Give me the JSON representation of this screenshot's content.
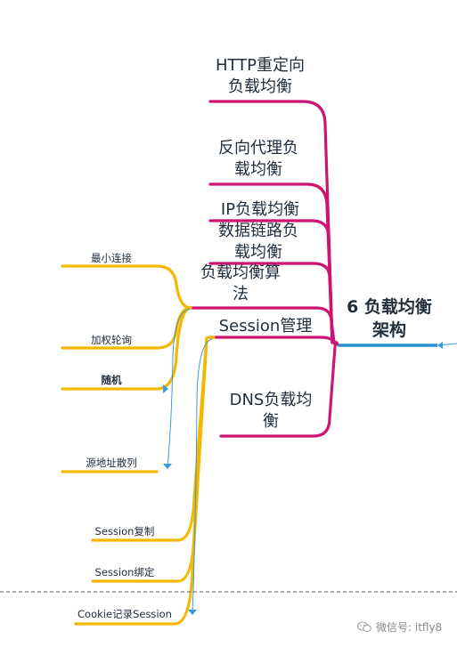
{
  "root": {
    "line1": "6 负载均衡",
    "line2": "架构"
  },
  "branches": [
    {
      "line1": "HTTP重定向",
      "line2": "负载均衡"
    },
    {
      "line1": "反向代理负",
      "line2": "载均衡"
    },
    {
      "line1": "IP负载均衡",
      "line2": ""
    },
    {
      "line1": "数据链路负",
      "line2": "载均衡"
    },
    {
      "line1": "负载均衡算",
      "line2": "法"
    },
    {
      "line1": "Session管理",
      "line2": ""
    },
    {
      "line1": "DNS负载均",
      "line2": "衡"
    }
  ],
  "algorithms": [
    "最小连接",
    "加权轮询",
    "随机",
    "源地址散列"
  ],
  "sessions": [
    "Session复制",
    "Session绑定",
    "Cookie记录Session"
  ],
  "watermark": "微信号: itfly8",
  "colors": {
    "magenta": "#cc1470",
    "yellow": "#f5b800",
    "blue": "#2a8fd0",
    "link": "#3a9ad9"
  },
  "icons": {
    "watermark": "wechat-icon"
  }
}
